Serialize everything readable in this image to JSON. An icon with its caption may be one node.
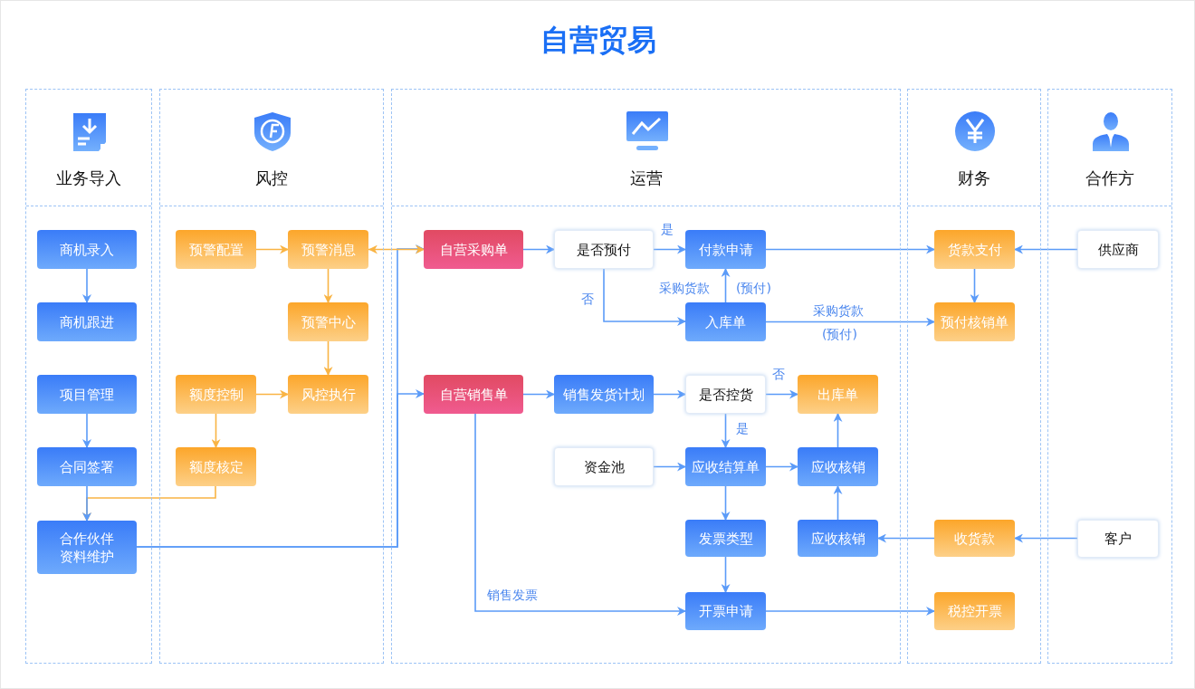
{
  "diagram": {
    "title": "自营贸易",
    "nodes": [
      {
        "text": [
          "业务导入"
        ]
      },
      {
        "text": [
          "商机录入"
        ],
        "in": 0
      },
      {
        "text": [
          "商机跟进"
        ],
        "in": 0
      },
      {
        "text": [
          "项目管理"
        ],
        "in": 0
      },
      {
        "text": [
          "合同签署"
        ],
        "in": 0
      },
      {
        "text": [
          "合作伙伴资料维护"
        ],
        "in": 0
      },
      {
        "text": [
          "风控"
        ]
      },
      {
        "text": [
          "预警配置"
        ],
        "in": 6
      },
      {
        "text": [
          "预警消息"
        ],
        "in": 6
      },
      {
        "text": [
          "预警中心"
        ],
        "in": 6
      },
      {
        "text": [
          "额度控制"
        ],
        "in": 6
      },
      {
        "text": [
          "风控执行"
        ],
        "in": 6
      },
      {
        "text": [
          "额度核定"
        ],
        "in": 6
      },
      {
        "text": [
          "运营"
        ]
      },
      {
        "text": [
          "自营采购单"
        ],
        "in": 13
      },
      {
        "text": [
          "是否预付"
        ],
        "in": 13
      },
      {
        "text": [
          "付款申请"
        ],
        "in": 13
      },
      {
        "text": [
          "入库单"
        ],
        "in": 13
      },
      {
        "text": [
          "自营销售单"
        ],
        "in": 13
      },
      {
        "text": [
          "销售发货计划"
        ],
        "in": 13
      },
      {
        "text": [
          "是否控货"
        ],
        "in": 13
      },
      {
        "text": [
          "出库单"
        ],
        "in": 13
      },
      {
        "text": [
          "资金池"
        ],
        "in": 13
      },
      {
        "text": [
          "应收结算单"
        ],
        "in": 13
      },
      {
        "text": [
          "应收核销"
        ],
        "in": 13
      },
      {
        "text": [
          "发票类型"
        ],
        "in": 13
      },
      {
        "text": [
          "应收核销"
        ],
        "in": 13
      },
      {
        "text": [
          "开票申请"
        ],
        "in": 13
      },
      {
        "text": [
          "财务"
        ]
      },
      {
        "text": [
          "货款支付"
        ],
        "in": 28
      },
      {
        "text": [
          "预付核销单"
        ],
        "in": 28
      },
      {
        "text": [
          "收货款"
        ],
        "in": 28
      },
      {
        "text": [
          "税控开票"
        ],
        "in": 28
      },
      {
        "text": [
          "合作方"
        ]
      },
      {
        "text": [
          "供应商"
        ],
        "in": 33
      },
      {
        "text": [
          "客户"
        ],
        "in": 33
      }
    ],
    "edges": [
      {
        "from": 1,
        "to": 2,
        "arrow": "to"
      },
      {
        "from": 3,
        "to": 4,
        "arrow": "to"
      },
      {
        "from": 4,
        "to": 5,
        "arrow": "to"
      },
      {
        "from": 12,
        "to": 5,
        "arrow": "to",
        "color": "#f9b444"
      },
      {
        "from": 7,
        "to": 8,
        "arrow": "to",
        "color": "#f9b444"
      },
      {
        "from": 8,
        "to": 9,
        "arrow": "to",
        "color": "#f9b444"
      },
      {
        "from": 9,
        "to": 11,
        "arrow": "to",
        "color": "#f9b444"
      },
      {
        "from": 10,
        "to": 11,
        "arrow": "to",
        "color": "#f9b444"
      },
      {
        "from": 10,
        "to": 12,
        "arrow": "to",
        "color": "#f9b444"
      },
      {
        "from": 5,
        "to": 14,
        "arrow": "to"
      },
      {
        "from": 5,
        "to": 18,
        "arrow": "to"
      },
      {
        "from": 8,
        "to": 14,
        "arrow": "both",
        "color": "#f9b444"
      },
      {
        "from": 14,
        "to": 15,
        "arrow": "to"
      },
      {
        "from": 15,
        "to": 16,
        "arrow": "to",
        "label": "是"
      },
      {
        "from": 15,
        "to": 17,
        "arrow": "to",
        "label": "否"
      },
      {
        "from": 17,
        "to": 16,
        "arrow": "to",
        "label": "采购货款"
      },
      {
        "from": 16,
        "to": 29,
        "arrow": "to"
      },
      {
        "from": 17,
        "to": 30,
        "arrow": "to",
        "label": "采购货款"
      },
      {
        "from": 34,
        "to": 29,
        "arrow": "to"
      },
      {
        "from": 29,
        "to": 30,
        "arrow": "to"
      },
      {
        "from": 18,
        "to": 19,
        "arrow": "to"
      },
      {
        "from": 19,
        "to": 20,
        "arrow": "to"
      },
      {
        "from": 20,
        "to": 21,
        "arrow": "to",
        "label": "否"
      },
      {
        "from": 20,
        "to": 23,
        "arrow": "to",
        "label": "是"
      },
      {
        "from": 22,
        "to": 23,
        "arrow": "to"
      },
      {
        "from": 23,
        "to": 24,
        "arrow": "to"
      },
      {
        "from": 23,
        "to": 25,
        "arrow": "to"
      },
      {
        "from": 26,
        "to": 24,
        "arrow": "to"
      },
      {
        "from": 24,
        "to": 21,
        "arrow": "to"
      },
      {
        "from": 25,
        "to": 27,
        "arrow": "to"
      },
      {
        "from": 18,
        "to": 27,
        "arrow": "to",
        "label": "销售发票"
      },
      {
        "from": 31,
        "to": 26,
        "arrow": "to"
      },
      {
        "from": 35,
        "to": 31,
        "arrow": "to"
      },
      {
        "from": 27,
        "to": 32,
        "arrow": "to"
      }
    ],
    "labels": [
      "(预付)",
      "(预付)"
    ]
  }
}
